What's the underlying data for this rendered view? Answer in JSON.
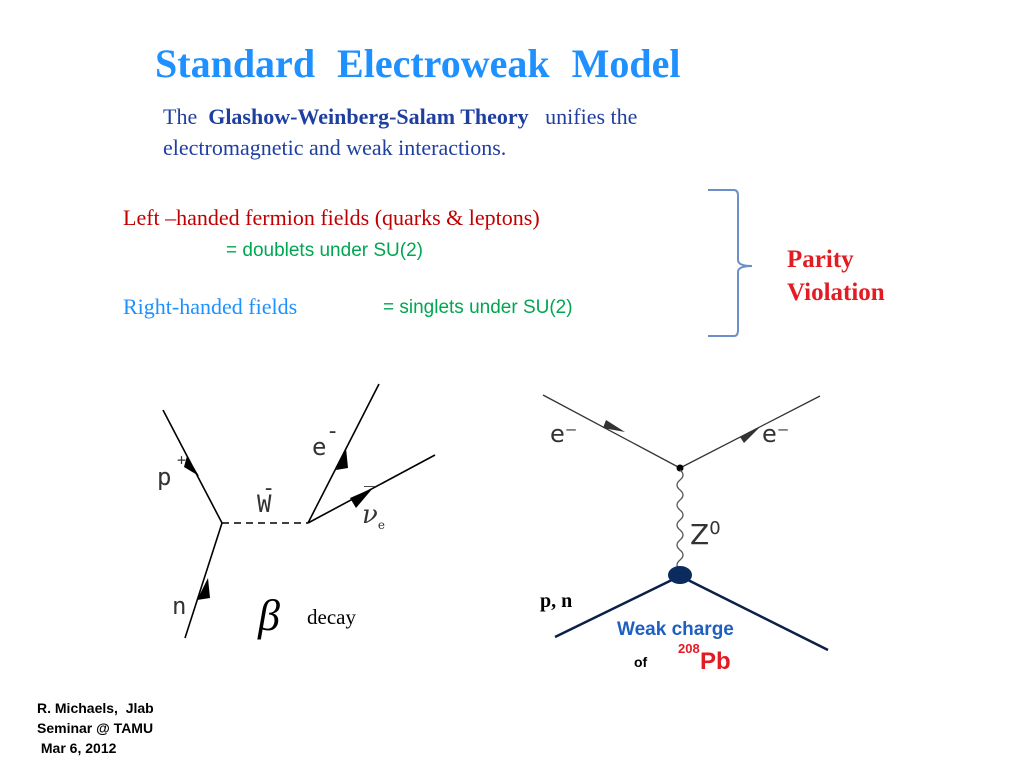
{
  "slide": {
    "title": "Standard Electroweak Model",
    "intro": {
      "prefix": "The",
      "theory": "Glashow-Weinberg-Salam Theory",
      "suffix": "unifies the",
      "line2": "electromagnetic and weak interactions."
    },
    "left_handed": "Left –handed fermion fields (quarks & leptons)",
    "doublets": "= doublets under SU(2)",
    "right_handed": "Right-handed fields",
    "singlets": "= singlets under SU(2)",
    "parity_line1": "Parity",
    "parity_line2": "Violation"
  },
  "beta_diagram": {
    "proton": "p",
    "proton_charge": "+",
    "neutron": "n",
    "w_boson": "W",
    "electron": "e",
    "neutrino": "ν",
    "neutrino_sub": "e",
    "beta_symbol": "β",
    "decay": "decay"
  },
  "z_diagram": {
    "electron_in": "e⁻",
    "electron_out": "e⁻",
    "z_boson": "Z",
    "z_superscript": "0",
    "nucleon": "p, n",
    "weak_charge": "Weak charge",
    "of": "of",
    "isotope_mass": "208",
    "element": "Pb"
  },
  "credit": {
    "line1": "R. Michaels,  Jlab",
    "line2": "Seminar @ TAMU",
    "line3": " Mar 6, 2012"
  },
  "colors": {
    "title_blue": "#1E90FF",
    "dark_blue": "#1F3FA0",
    "red": "#C00000",
    "bright_red": "#E31B23",
    "green": "#00A651",
    "vertex_navy": "#0B2A5E"
  }
}
